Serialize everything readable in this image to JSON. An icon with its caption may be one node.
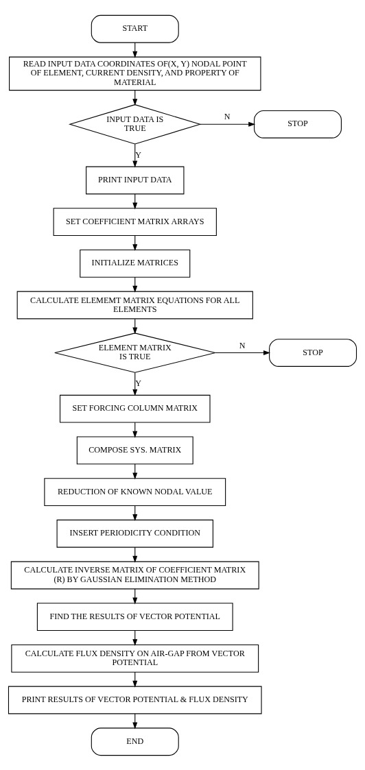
{
  "diagram": {
    "nodes": [
      {
        "text": [
          "START"
        ]
      },
      {
        "text": [
          "READ INPUT DATA COORDINATES OF(X, Y) NODAL POINT OF ELEMENT, CURRENT DENSITY, AND PROPERTY OF MATERIAL"
        ]
      },
      {
        "text": [
          "INPUT DATA IS TRUE"
        ]
      },
      {
        "text": [
          "STOP"
        ]
      },
      {
        "text": [
          "PRINT INPUT DATA"
        ]
      },
      {
        "text": [
          "SET COEFFICIENT MATRIX ARRAYS"
        ]
      },
      {
        "text": [
          "INITIALIZE MATRICES"
        ]
      },
      {
        "text": [
          "CALCULATE ELEMEMT MATRIX EQUATIONS FOR ALL ELEMENTS"
        ]
      },
      {
        "text": [
          "ELEMENT MATRIX IS TRUE"
        ]
      },
      {
        "text": [
          "STOP"
        ]
      },
      {
        "text": [
          "SET FORCING COLUMN MATRIX"
        ]
      },
      {
        "text": [
          "COMPOSE SYS. MATRIX"
        ]
      },
      {
        "text": [
          "REDUCTION OF KNOWN NODAL VALUE"
        ]
      },
      {
        "text": [
          "INSERT PERIODICITY CONDITION"
        ]
      },
      {
        "text": [
          "CALCULATE INVERSE MATRIX OF COEFFICIENT MATRIX (R) BY GAUSSIAN ELIMINATION METHOD"
        ]
      },
      {
        "text": [
          "FIND THE RESULTS OF VECTOR POTENTIAL"
        ]
      },
      {
        "text": [
          "CALCULATE FLUX DENSITY ON AIR-GAP FROM VECTOR POTENTIAL"
        ]
      },
      {
        "text": [
          "PRINT RESULTS OF VECTOR POTENTIAL & FLUX DENSITY"
        ]
      },
      {
        "text": [
          "END"
        ]
      }
    ],
    "edges": [
      {
        "from": 0,
        "to": 1,
        "arrow": "to"
      },
      {
        "from": 1,
        "to": 2,
        "arrow": "to"
      },
      {
        "from": 2,
        "to": 3,
        "arrow": "to",
        "label": "N"
      },
      {
        "from": 2,
        "to": 4,
        "arrow": "to",
        "label": "Y"
      },
      {
        "from": 4,
        "to": 5,
        "arrow": "to"
      },
      {
        "from": 5,
        "to": 6,
        "arrow": "to"
      },
      {
        "from": 6,
        "to": 7,
        "arrow": "to"
      },
      {
        "from": 7,
        "to": 8,
        "arrow": "to"
      },
      {
        "from": 8,
        "to": 9,
        "arrow": "to",
        "label": "N"
      },
      {
        "from": 8,
        "to": 10,
        "arrow": "to",
        "label": "Y"
      },
      {
        "from": 10,
        "to": 11,
        "arrow": "to"
      },
      {
        "from": 11,
        "to": 12,
        "arrow": "to"
      },
      {
        "from": 12,
        "to": 13,
        "arrow": "to"
      },
      {
        "from": 13,
        "to": 14,
        "arrow": "to"
      },
      {
        "from": 14,
        "to": 15,
        "arrow": "to"
      },
      {
        "from": 15,
        "to": 16,
        "arrow": "to"
      },
      {
        "from": 16,
        "to": 17,
        "arrow": "to"
      },
      {
        "from": 17,
        "to": 18,
        "arrow": "to"
      }
    ]
  }
}
